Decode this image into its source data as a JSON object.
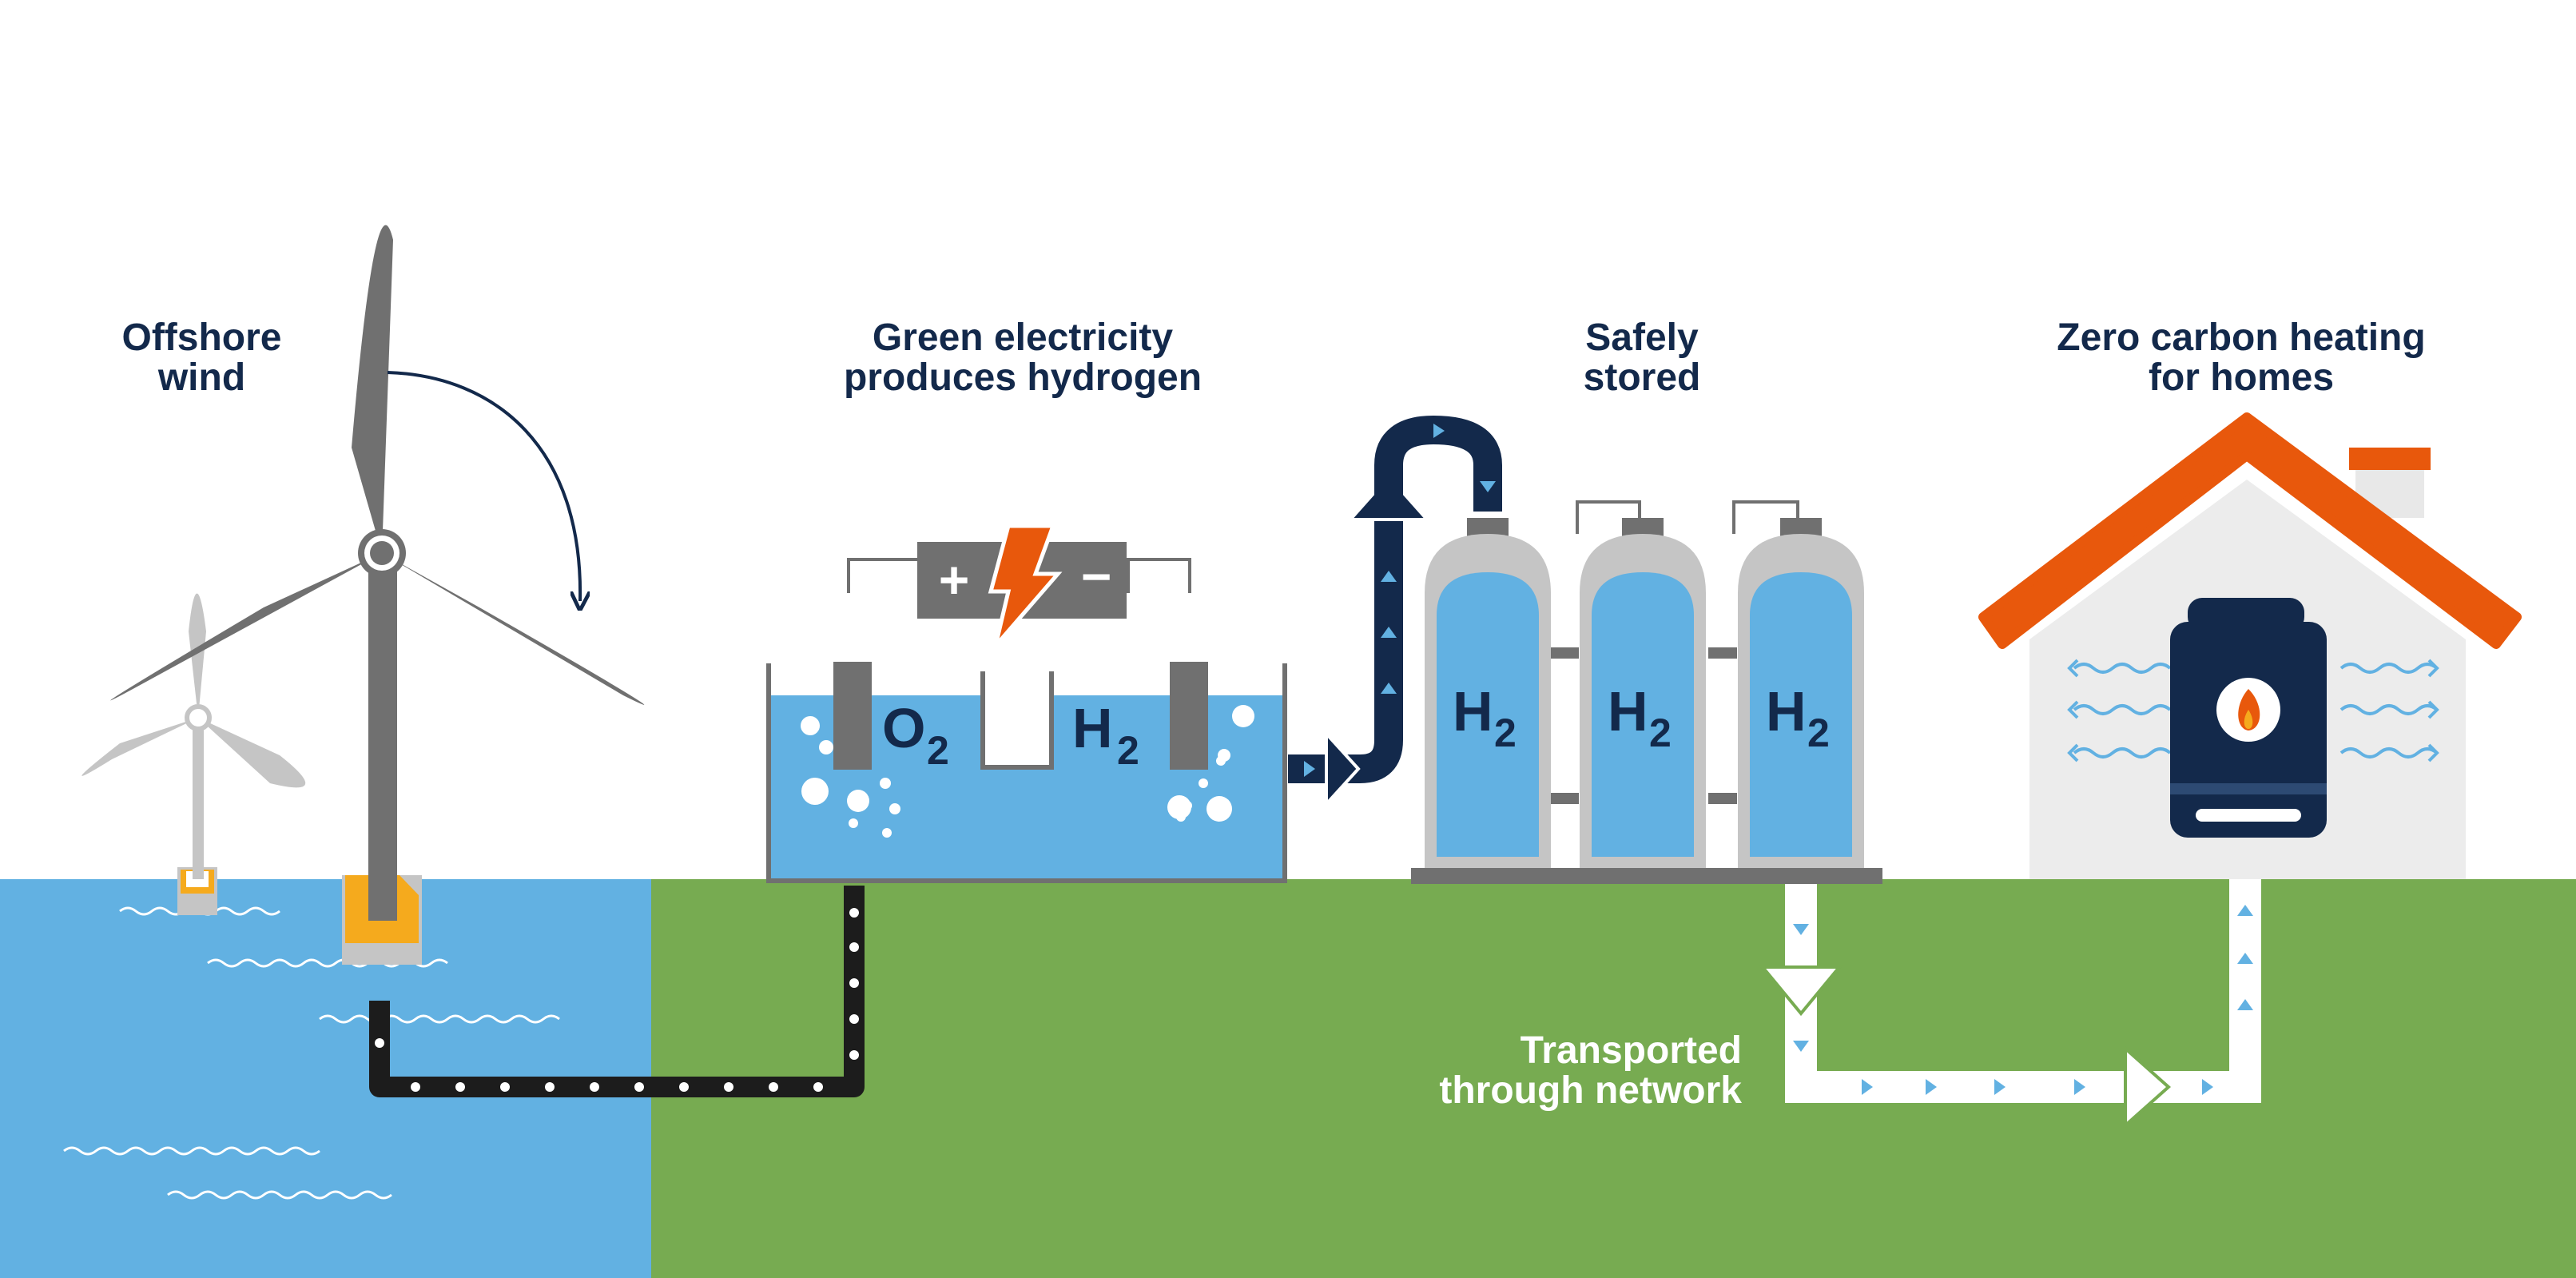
{
  "stages": {
    "offshore_wind": {
      "line1": "Offshore",
      "line2": "wind"
    },
    "green_electricity": {
      "line1": "Green electricity",
      "line2": "produces hydrogen"
    },
    "safely_stored": {
      "line1": "Safely",
      "line2": "stored"
    },
    "zero_carbon": {
      "line1": "Zero carbon heating",
      "line2": "for homes"
    },
    "transported": {
      "line1": "Transported",
      "line2": "through network"
    }
  },
  "electrolyser": {
    "plus_symbol": "+",
    "minus_symbol": "−",
    "oxygen": {
      "symbol": "O",
      "subscript": "2"
    },
    "hydrogen": {
      "symbol": "H",
      "subscript": "2"
    }
  },
  "tanks": [
    {
      "symbol": "H",
      "subscript": "2"
    },
    {
      "symbol": "H",
      "subscript": "2"
    },
    {
      "symbol": "H",
      "subscript": "2"
    }
  ],
  "colors": {
    "navy": "#13294b",
    "sea_blue": "#62b1e2",
    "grass_green": "#77ab51",
    "roof_orange": "#e8580c",
    "turbine_gray": "#707070",
    "light_gray": "#c5c5c5",
    "float_yellow": "#f5aa1d"
  }
}
